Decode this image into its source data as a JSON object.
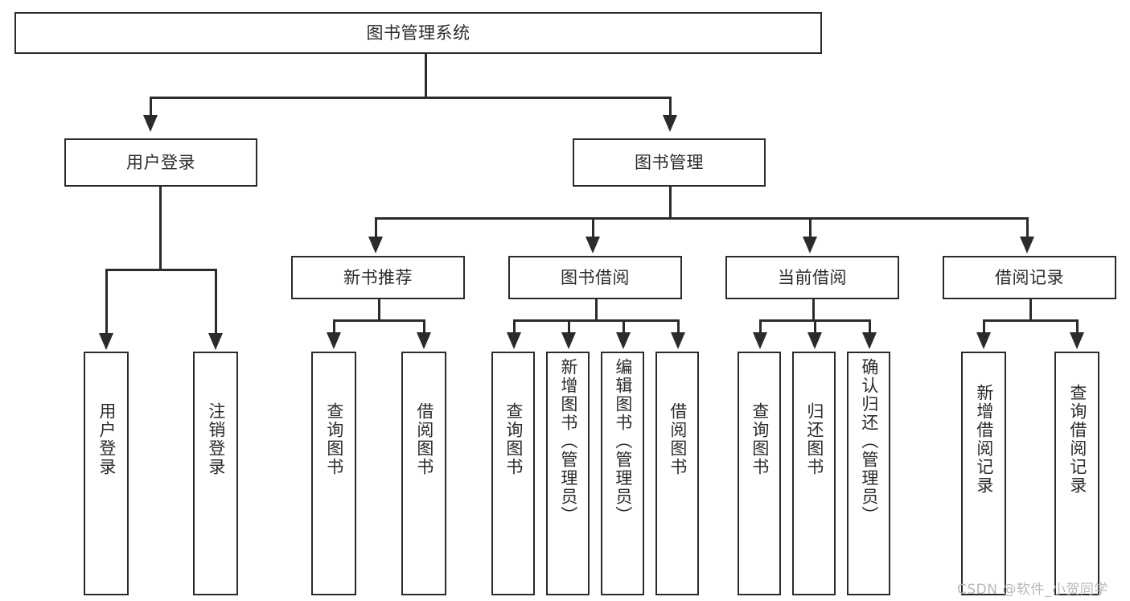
{
  "diagram": {
    "type": "tree",
    "title": "图书管理系统",
    "colors": {
      "background": "#ffffff",
      "stroke": "#2b2b2b",
      "text": "#2b2b2b",
      "watermark": "#b9b9b9"
    },
    "root": {
      "label": "图书管理系统"
    },
    "level2": [
      {
        "label": "用户登录"
      },
      {
        "label": "图书管理"
      }
    ],
    "level3": [
      {
        "label": "新书推荐"
      },
      {
        "label": "图书借阅"
      },
      {
        "label": "当前借阅"
      },
      {
        "label": "借阅记录"
      }
    ],
    "leaves": {
      "user_login": [
        {
          "label": "用户登录"
        },
        {
          "label": "注销登录"
        }
      ],
      "new_book_recommend": [
        {
          "label": "查询图书"
        },
        {
          "label": "借阅图书"
        }
      ],
      "book_borrow": [
        {
          "label": "查询图书"
        },
        {
          "label": "新增图书（管理员）"
        },
        {
          "label": "编辑图书（管理员）"
        },
        {
          "label": "借阅图书"
        }
      ],
      "current_borrow": [
        {
          "label": "查询图书"
        },
        {
          "label": "归还图书"
        },
        {
          "label": "确认归还（管理员）"
        }
      ],
      "borrow_record": [
        {
          "label": "新增借阅记录"
        },
        {
          "label": "查询借阅记录"
        }
      ]
    }
  },
  "watermark": {
    "text": "CSDN @软件_小贺同学"
  }
}
